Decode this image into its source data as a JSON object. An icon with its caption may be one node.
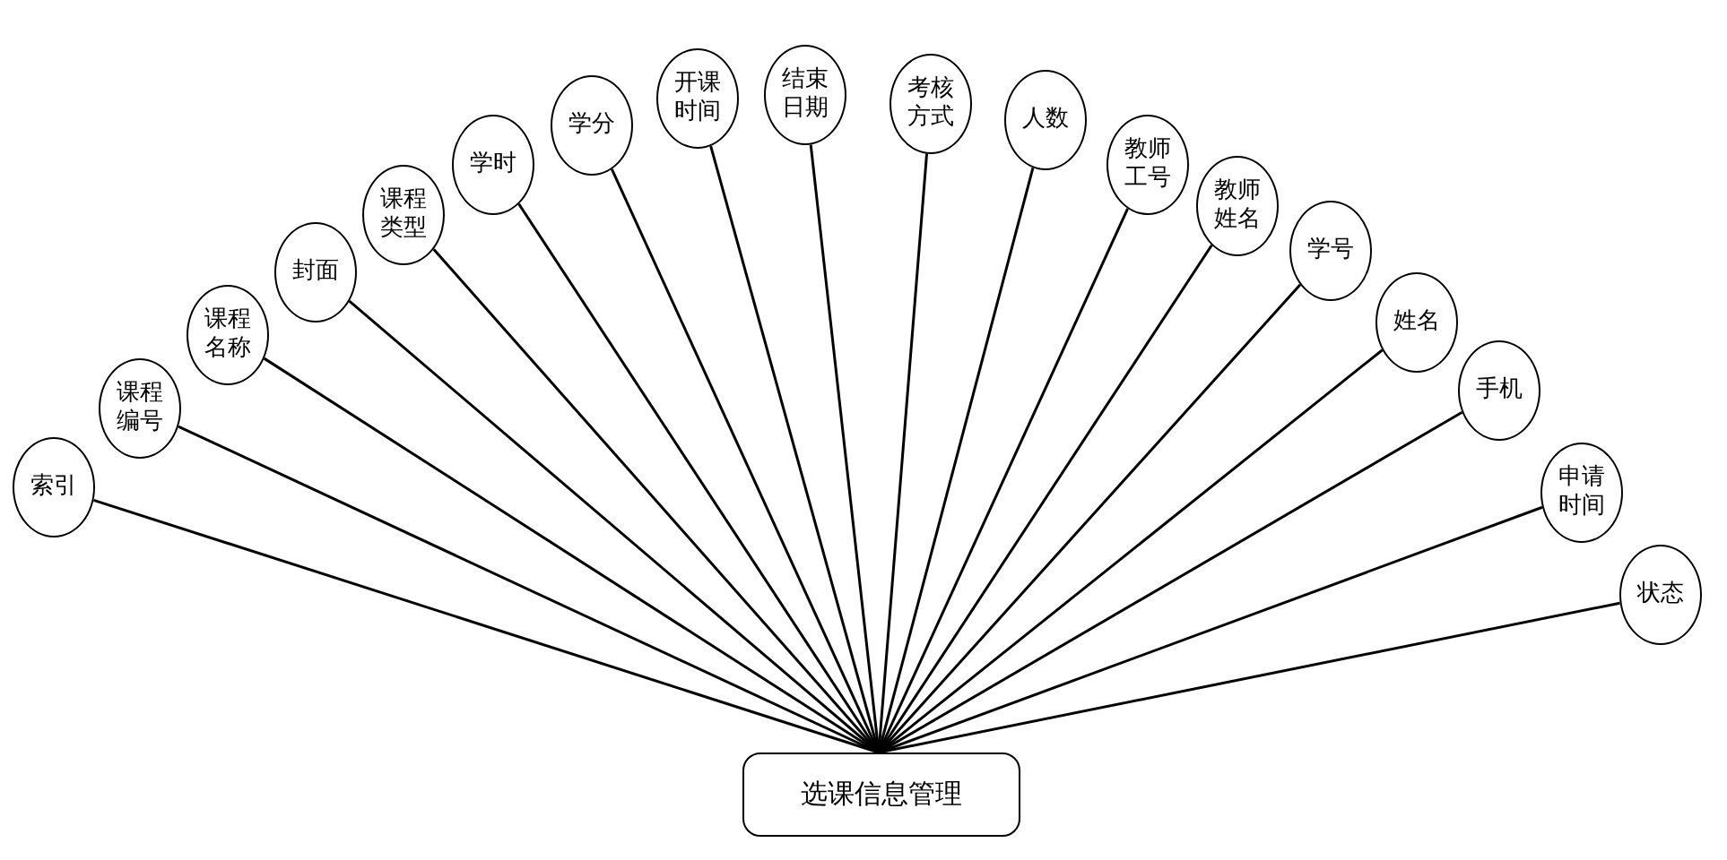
{
  "diagram": {
    "nodes": [
      {
        "text": [
          "选课信息管理"
        ]
      },
      {
        "text": [
          "索引"
        ]
      },
      {
        "text": [
          "课程编号"
        ]
      },
      {
        "text": [
          "课程名称"
        ]
      },
      {
        "text": [
          "封面"
        ]
      },
      {
        "text": [
          "课程类型"
        ]
      },
      {
        "text": [
          "学时"
        ]
      },
      {
        "text": [
          "学分"
        ]
      },
      {
        "text": [
          "开课时间"
        ]
      },
      {
        "text": [
          "结束日期"
        ]
      },
      {
        "text": [
          "考核方式"
        ]
      },
      {
        "text": [
          "人数"
        ]
      },
      {
        "text": [
          "教师工号"
        ]
      },
      {
        "text": [
          "教师姓名"
        ]
      },
      {
        "text": [
          "学号"
        ]
      },
      {
        "text": [
          "姓名"
        ]
      },
      {
        "text": [
          "手机"
        ]
      },
      {
        "text": [
          "申请时间"
        ]
      },
      {
        "text": [
          "状态"
        ]
      }
    ],
    "edges": [
      {
        "from": 0,
        "to": 1,
        "arrow": "none"
      },
      {
        "from": 0,
        "to": 2,
        "arrow": "none"
      },
      {
        "from": 0,
        "to": 3,
        "arrow": "none"
      },
      {
        "from": 0,
        "to": 4,
        "arrow": "none"
      },
      {
        "from": 0,
        "to": 5,
        "arrow": "none"
      },
      {
        "from": 0,
        "to": 6,
        "arrow": "none"
      },
      {
        "from": 0,
        "to": 7,
        "arrow": "none"
      },
      {
        "from": 0,
        "to": 8,
        "arrow": "none"
      },
      {
        "from": 0,
        "to": 9,
        "arrow": "none"
      },
      {
        "from": 0,
        "to": 10,
        "arrow": "none"
      },
      {
        "from": 0,
        "to": 11,
        "arrow": "none"
      },
      {
        "from": 0,
        "to": 12,
        "arrow": "none"
      },
      {
        "from": 0,
        "to": 13,
        "arrow": "none"
      },
      {
        "from": 0,
        "to": 14,
        "arrow": "none"
      },
      {
        "from": 0,
        "to": 15,
        "arrow": "none"
      },
      {
        "from": 0,
        "to": 16,
        "arrow": "none"
      },
      {
        "from": 0,
        "to": 17,
        "arrow": "none"
      },
      {
        "from": 0,
        "to": 18,
        "arrow": "none"
      }
    ]
  }
}
